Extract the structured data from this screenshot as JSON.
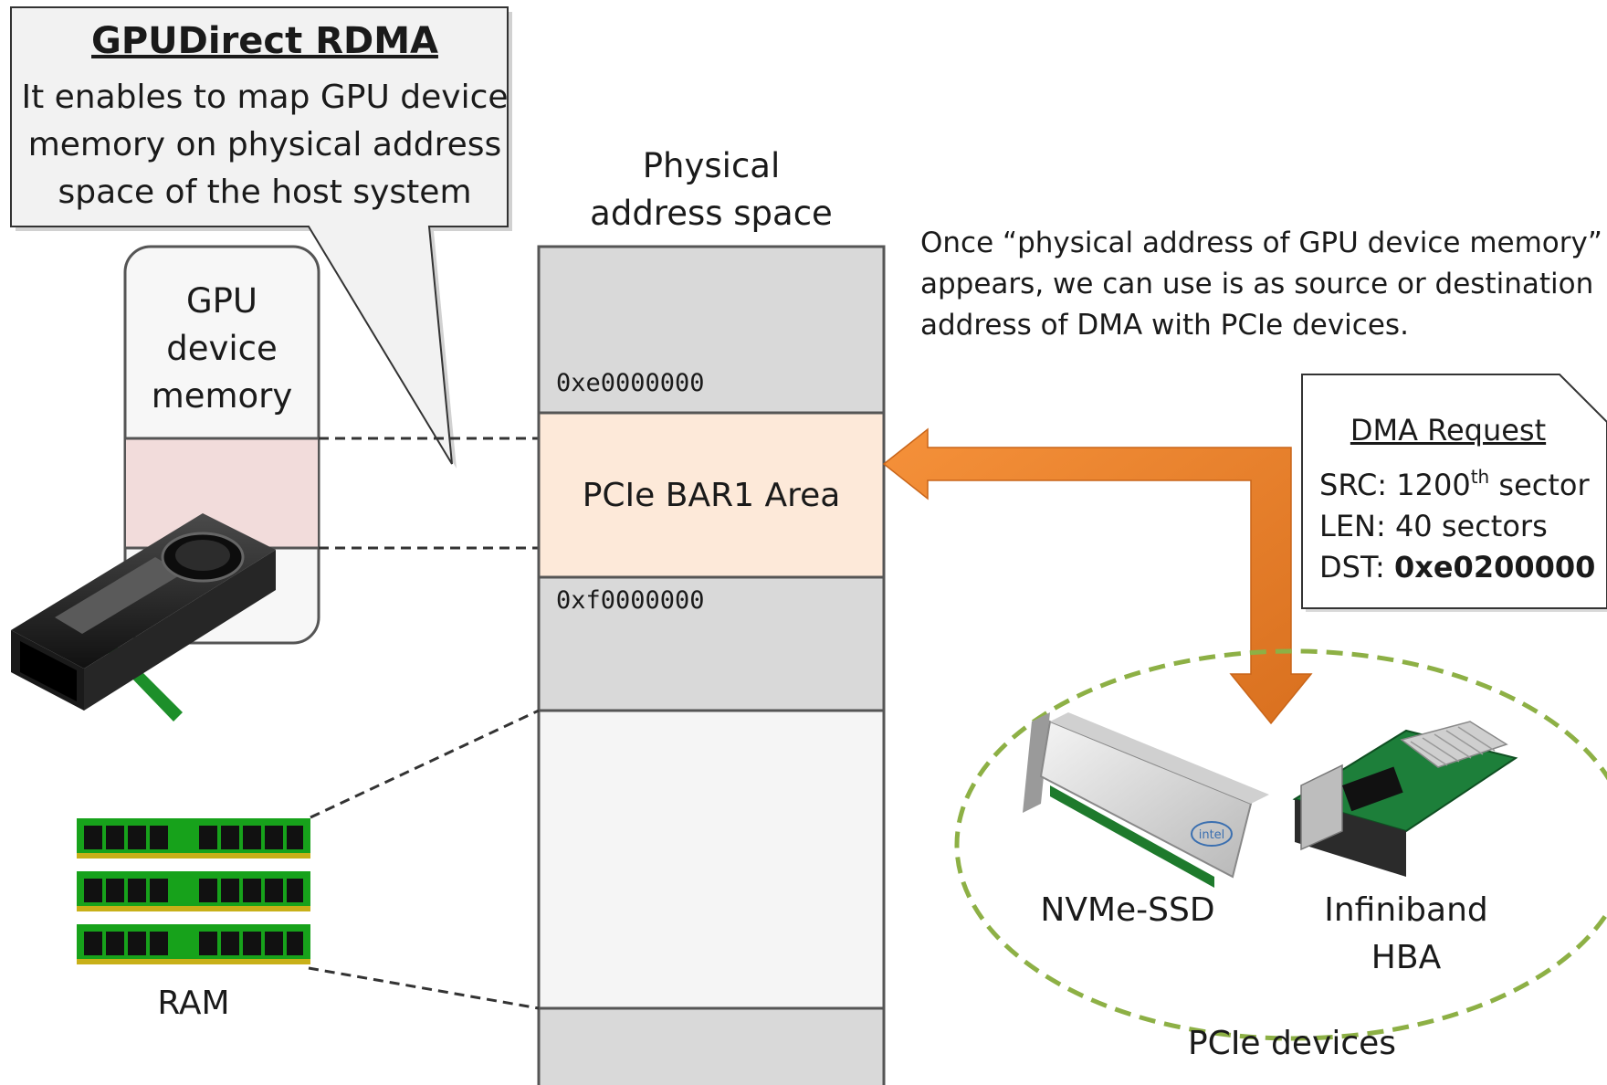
{
  "callout": {
    "title": "GPUDirect RDMA",
    "lines": [
      "It enables to map GPU device",
      "memory on physical address",
      "space of the host system"
    ]
  },
  "gpu_memory": {
    "lines": [
      "GPU",
      "device",
      "memory"
    ]
  },
  "address_space": {
    "title_lines": [
      "Physical",
      "address space"
    ],
    "bar1_label": "PCIe BAR1 Area",
    "addr_start": "0xe0000000",
    "addr_end": "0xf0000000"
  },
  "description": {
    "lines": [
      "Once “physical address of GPU device memory”",
      "appears, we can use is as source or destination",
      "address of DMA with PCIe devices."
    ]
  },
  "dma_request": {
    "title": "DMA Request",
    "src_prefix": "SRC: 1200",
    "src_sup": "th",
    "src_suffix": " sector",
    "len": "LEN: 40 sectors",
    "dst_prefix": "DST: ",
    "dst_value": "0xe0200000"
  },
  "devices": {
    "ssd_label": "NVMe-SSD",
    "hba_line1": "Infiniband",
    "hba_line2": "HBA",
    "group_label": "PCIe devices",
    "ram_label": "RAM",
    "ssd_brand": "intel"
  },
  "colors": {
    "arrow": "#e3792a",
    "bar1_fill": "#fde9d9",
    "gpu_pink": "#f2dcdb",
    "region_gray": "#d9d9d9",
    "ellipse": "#8db045",
    "ram_green": "#17a21b"
  }
}
